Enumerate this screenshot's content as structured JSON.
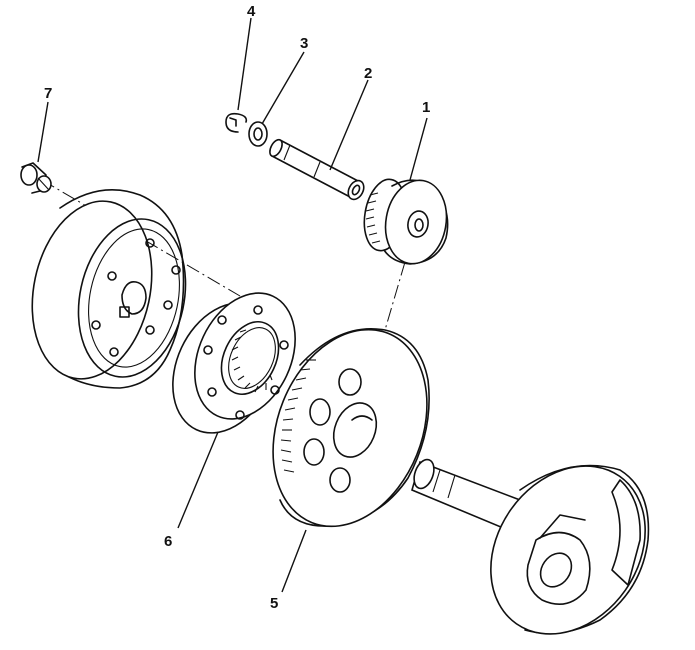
{
  "callouts": [
    {
      "id": "1",
      "label": "1",
      "part": "gear"
    },
    {
      "id": "2",
      "label": "2",
      "part": "shaft"
    },
    {
      "id": "3",
      "label": "3",
      "part": "washer"
    },
    {
      "id": "4",
      "label": "4",
      "part": "circlip"
    },
    {
      "id": "5",
      "label": "5",
      "part": "large-gear"
    },
    {
      "id": "6",
      "label": "6",
      "part": "clutch-hub"
    },
    {
      "id": "7",
      "label": "7",
      "part": "bolt"
    }
  ]
}
